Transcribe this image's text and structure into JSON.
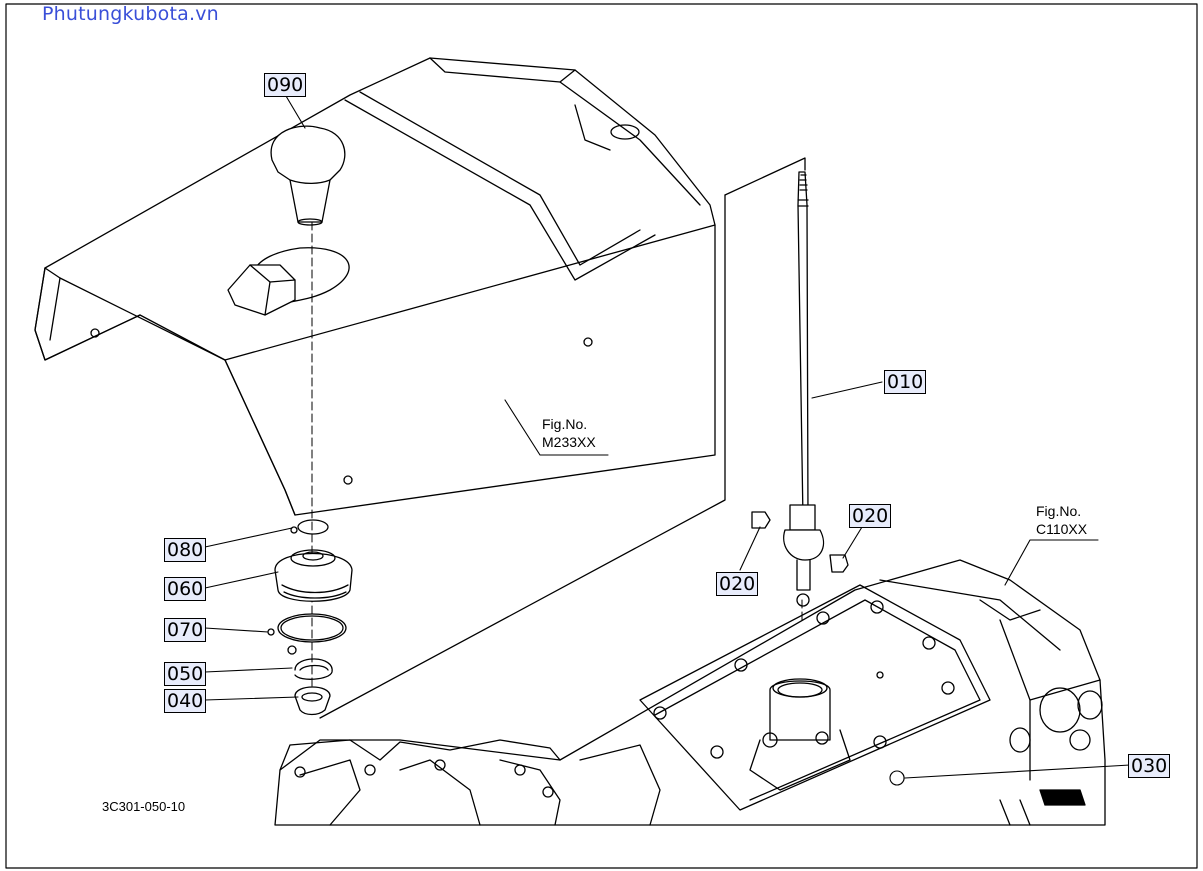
{
  "watermark": "Phutungkubota.vn",
  "drawing_number": "3C301-050-10",
  "callouts": {
    "p090": "090",
    "p010": "010",
    "p020_right": "020",
    "p020_left": "020",
    "p080": "080",
    "p060": "060",
    "p070": "070",
    "p050": "050",
    "p040": "040",
    "p030": "030"
  },
  "figure_refs": {
    "cover": {
      "line1": "Fig.No.",
      "line2": "M233XX"
    },
    "transmission": {
      "line1": "Fig.No.",
      "line2": "C110XX"
    }
  },
  "colors": {
    "watermark": "#3a4fd8",
    "callout_fill": "#e8ecfb",
    "line": "#000000"
  }
}
